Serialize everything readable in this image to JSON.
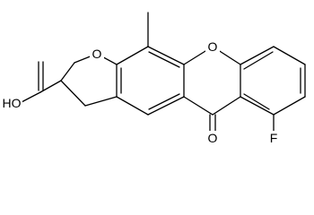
{
  "molecule": {
    "atoms": {
      "ring_oxygen_furan": "O",
      "ring_oxygen_xanthene": "O",
      "ketone_oxygen": "O",
      "hydroxyl": "HO",
      "fluorine": "F"
    }
  }
}
